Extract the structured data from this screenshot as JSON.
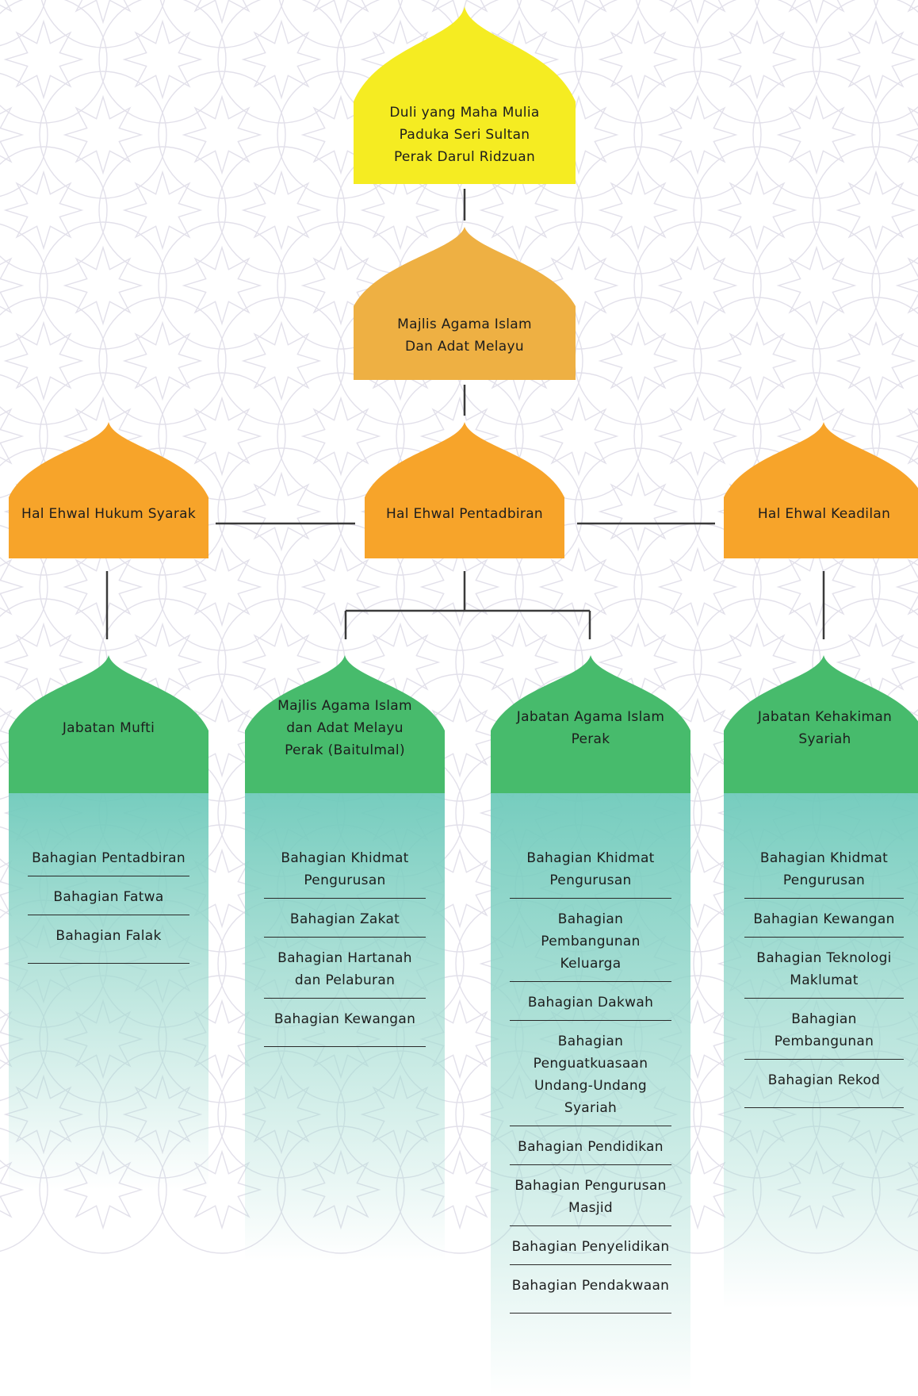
{
  "colors": {
    "sultan": "#f5ec22",
    "council": "#eeb043",
    "affairs": "#f7a42a",
    "department": "#47bb6c",
    "panel": "#6fcabb",
    "line": "#3a3a3a"
  },
  "top": {
    "sultan": "Duli yang Maha Mulia Paduka Seri Sultan Perak Darul Ridzuan",
    "council": "Majlis Agama Islam Dan Adat Melayu"
  },
  "affairs": {
    "hukum": "Hal Ehwal Hukum Syarak",
    "pentadbiran": "Hal Ehwal Pentadbiran",
    "keadilan": "Hal Ehwal Keadilan"
  },
  "departments": [
    {
      "name": "Jabatan Mufti",
      "sections": [
        "Bahagian Pentadbiran",
        "Bahagian Fatwa",
        "Bahagian Falak"
      ]
    },
    {
      "name": "Majlis Agama Islam dan Adat Melayu Perak (Baitulmal)",
      "sections": [
        "Bahagian Khidmat Pengurusan",
        "Bahagian Zakat",
        "Bahagian Hartanah dan Pelaburan",
        "Bahagian Kewangan"
      ]
    },
    {
      "name": "Jabatan Agama Islam Perak",
      "sections": [
        "Bahagian Khidmat Pengurusan",
        "Bahagian Pembangunan Keluarga",
        "Bahagian Dakwah",
        "Bahagian Penguatkuasaan Undang-Undang Syariah",
        "Bahagian Pendidikan",
        "Bahagian Pengurusan Masjid",
        "Bahagian Penyelidikan",
        "Bahagian Pendakwaan"
      ]
    },
    {
      "name": "Jabatan Kehakiman Syariah",
      "sections": [
        "Bahagian Khidmat Pengurusan",
        "Bahagian Kewangan",
        "Bahagian Teknologi Maklumat",
        "Bahagian Pembangunan",
        "Bahagian Rekod"
      ]
    }
  ]
}
